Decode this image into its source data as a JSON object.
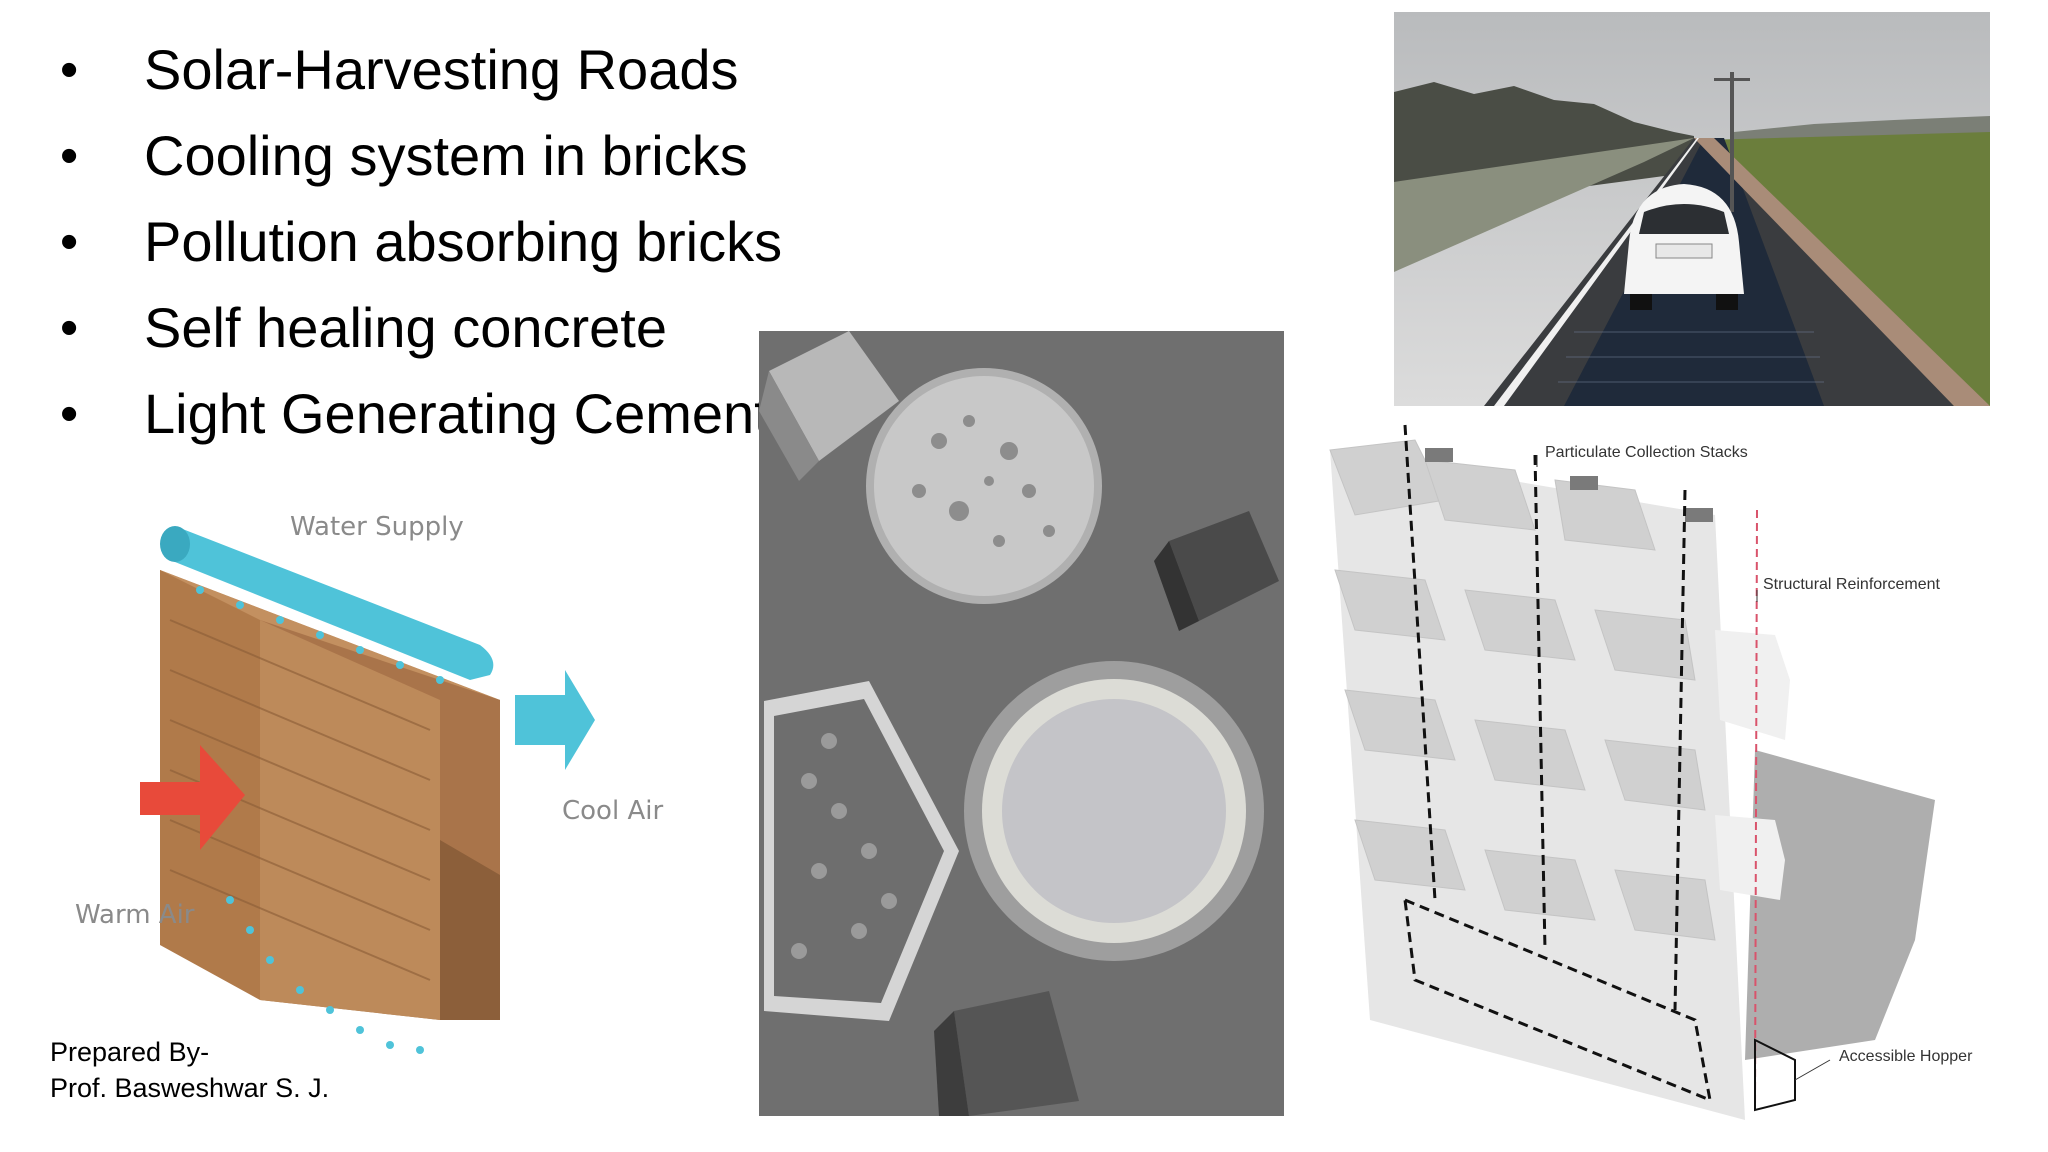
{
  "bullets": [
    "Solar-Harvesting Roads",
    "Cooling system in bricks",
    "Pollution absorbing bricks",
    "Self healing concrete",
    "Light Generating Cement"
  ],
  "bullet_symbol": "•",
  "footer": {
    "line1": "Prepared By-",
    "line2": "Prof. Basweshwar S. J."
  },
  "cooling_diagram": {
    "water_supply": "Water Supply",
    "cool_air": "Cool Air",
    "warm_air": "Warm Air",
    "colors": {
      "pipe": "#4fc3d9",
      "pad": "#b98552",
      "warm": "#e84a3a",
      "cool": "#4fc3d9"
    }
  },
  "wall_diagram": {
    "particulate": "Particulate Collection Stacks",
    "structural": "Structural Reinforcement",
    "hopper": "Accessible Hopper"
  },
  "photos": {
    "road": "solar-road-photo",
    "concrete": "self-healing-concrete-photo"
  }
}
